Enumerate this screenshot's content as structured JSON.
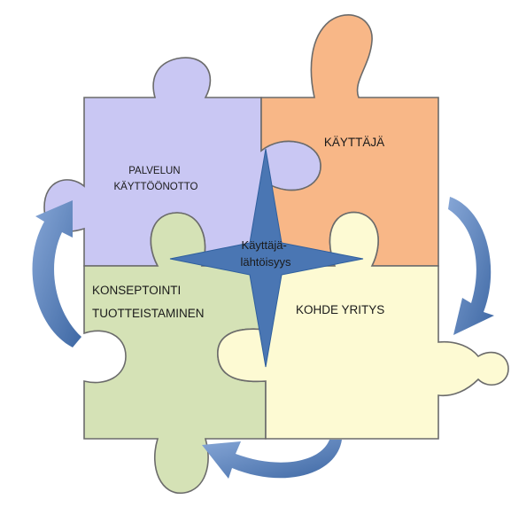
{
  "diagram": {
    "center_label": [
      "Käyttäjä-",
      "lähtöisyys"
    ],
    "pieces": [
      {
        "id": "palvelun",
        "label": [
          "PALVELUN",
          "KÄYTTÖÖNOTTO"
        ],
        "color": "#c9c7f3"
      },
      {
        "id": "kayttaja",
        "label": [
          "KÄYTTÄJÄ"
        ],
        "color": "#f8b787"
      },
      {
        "id": "konseptointi",
        "label": [
          "KONSEPTOINTI",
          "TUOTTEISTAMINEN"
        ],
        "color": "#d5e2b6"
      },
      {
        "id": "kohde",
        "label": [
          "KOHDE YRITYS"
        ],
        "color": "#fdfad3"
      }
    ],
    "colors": {
      "outline": "#6b6b6b",
      "arrow": "#4f78b0",
      "star": "#4a76b3"
    }
  }
}
